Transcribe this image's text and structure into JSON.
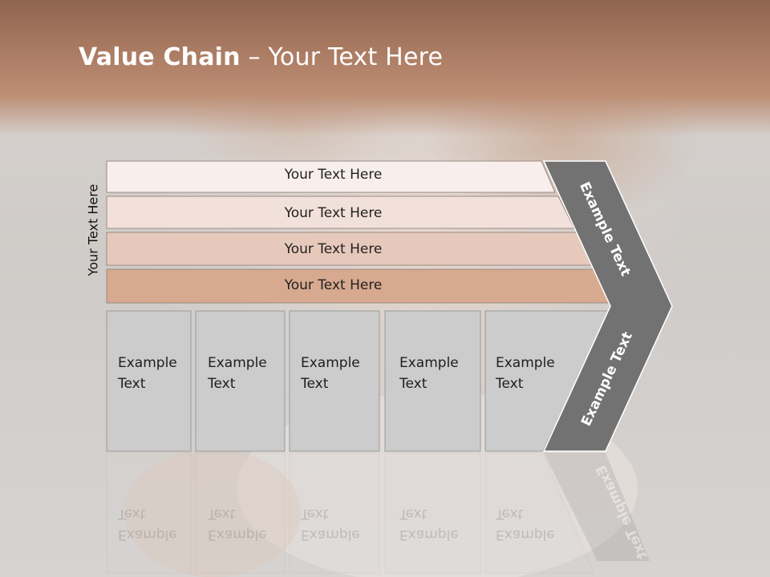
{
  "slide": {
    "title_bold": "Value Chain",
    "title_rest": " – Your Text Here",
    "side_label": "Your Text Here"
  },
  "rows": [
    {
      "label": "Your Text Here",
      "color": "#f8efec"
    },
    {
      "label": "Your Text Here",
      "color": "#f1e1da"
    },
    {
      "label": "Your Text Here",
      "color": "#e7c9bb"
    },
    {
      "label": "Your Text Here",
      "color": "#d7a98f"
    }
  ],
  "columns": [
    {
      "line1": "Example",
      "line2": "Text"
    },
    {
      "line1": "Example",
      "line2": "Text"
    },
    {
      "line1": "Example",
      "line2": "Text"
    },
    {
      "line1": "Example",
      "line2": "Text"
    },
    {
      "line1": "Example",
      "line2": "Text"
    }
  ],
  "chevron": {
    "upper": "Example Text",
    "lower": "Example Text",
    "color": "#727272"
  },
  "colors": {
    "column_fill": "#cccccc",
    "header": "#a97a62"
  }
}
